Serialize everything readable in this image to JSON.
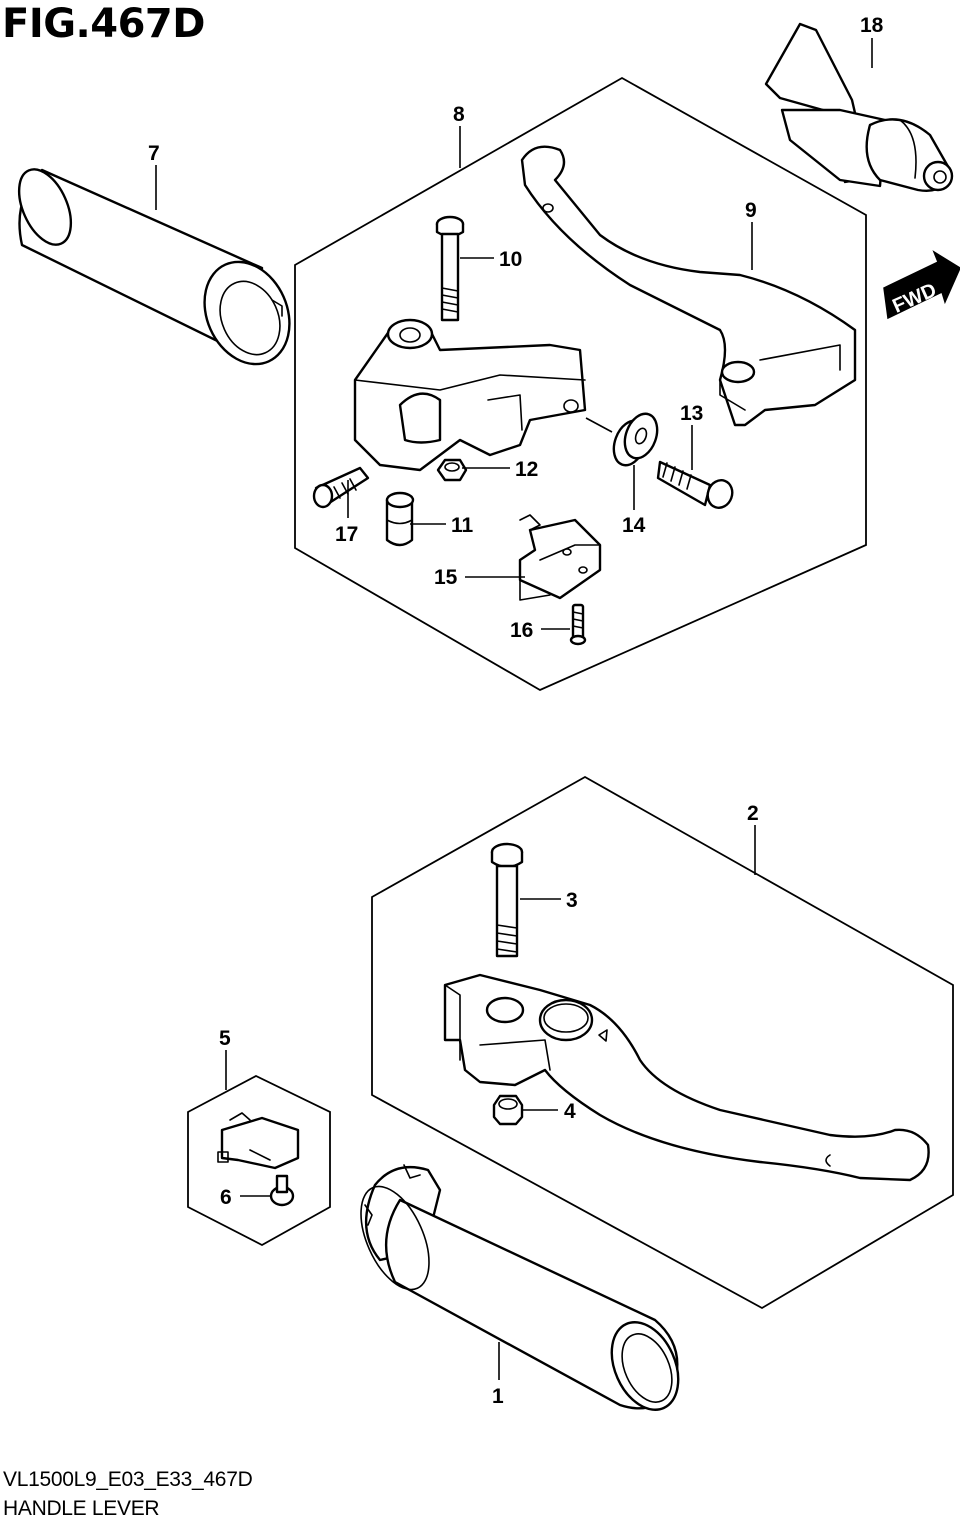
{
  "figure": {
    "title": "FIG.467D"
  },
  "fwd_badge": {
    "label": "FWD"
  },
  "callouts": {
    "c1": "1",
    "c2": "2",
    "c3": "3",
    "c4": "4",
    "c5": "5",
    "c6": "6",
    "c7": "7",
    "c8": "8",
    "c9": "9",
    "c10": "10",
    "c11": "11",
    "c12": "12",
    "c13": "13",
    "c14": "14",
    "c15": "15",
    "c16": "16",
    "c17": "17",
    "c18": "18"
  },
  "footer": {
    "model_code": "VL1500L9_E03_E33_467D",
    "section_name": "HANDLE LEVER"
  }
}
